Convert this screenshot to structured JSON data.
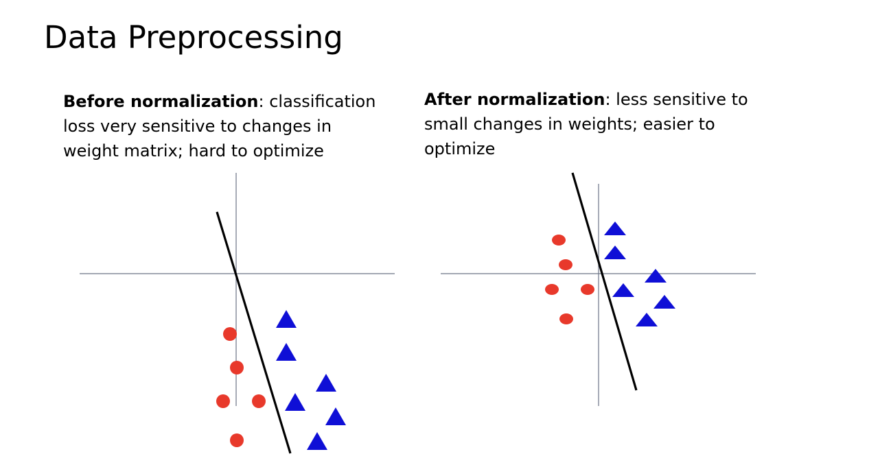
{
  "slide": {
    "title": "Data Preprocessing"
  },
  "panels": [
    {
      "id": "before",
      "caption_bold": "Before normalization",
      "caption_text": ": classification loss very sensitive to changes in weight matrix; hard to optimize"
    },
    {
      "id": "after",
      "caption_bold": "After normalization",
      "caption_text": ": less sensitive to small changes in weights; easier to optimize"
    }
  ],
  "colors": {
    "axis": "#6b7385",
    "boundary": "#000000",
    "class_circle": "#e8392b",
    "class_triangle": "#0f0fd6"
  }
}
